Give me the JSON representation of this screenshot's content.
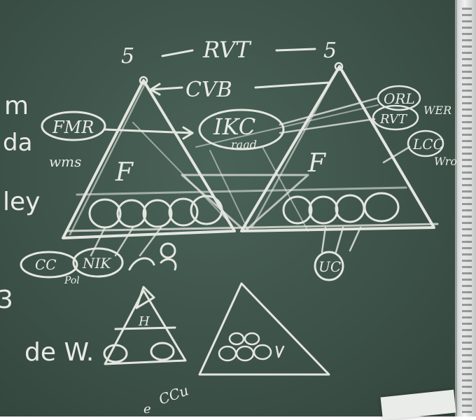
{
  "scene": {
    "subject": "green chalkboard with hand-drawn hierarchical triangle diagram",
    "colors": {
      "board": "#3d5249",
      "chalk": "#e3e6df",
      "frame": "#f2f2f2"
    }
  },
  "chalk_text": {
    "top_left_5": "5",
    "top_rvt": "RVT",
    "top_right_5": "5",
    "cvb": "CVB",
    "fmr": "FMR",
    "ikc": "IKC",
    "raad": "raad",
    "orl": "ORL",
    "rvt_small": "RVT",
    "wer": "WER",
    "lcc": "LCC",
    "wro": "Wro",
    "wms": "wms",
    "f_left": "F",
    "f_right": "F",
    "margin_m": "m",
    "margin_da": "da",
    "margin_ley": "ley",
    "margin_3": "3",
    "de_w": "de W.",
    "cc": "CC",
    "nik": "NIK",
    "pol": "Pol",
    "uc": "UC",
    "h": "H",
    "bottom_scribble": "CCu",
    "bottom_e": "e"
  }
}
